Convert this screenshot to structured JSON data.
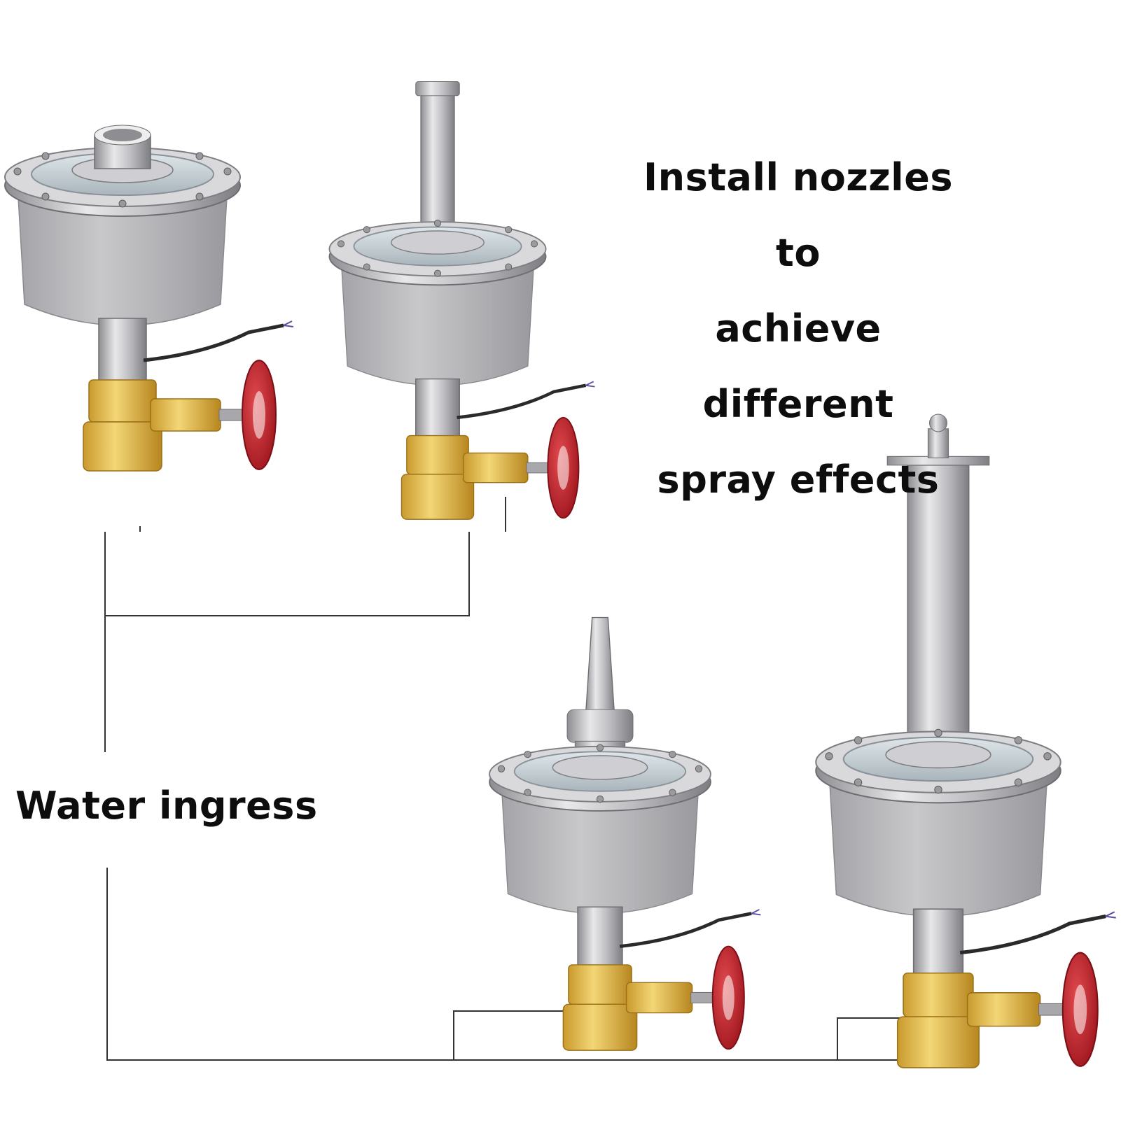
{
  "headline": {
    "lines": [
      "Install nozzles to",
      "achieve different",
      "spray effects"
    ]
  },
  "water_label": "Water ingress",
  "colors": {
    "housing_gray": "#b9b9bb",
    "steel": "#c9c9cc",
    "brass": "#e3bb4e",
    "valve_red": "#c8202a",
    "line": "#333333"
  }
}
